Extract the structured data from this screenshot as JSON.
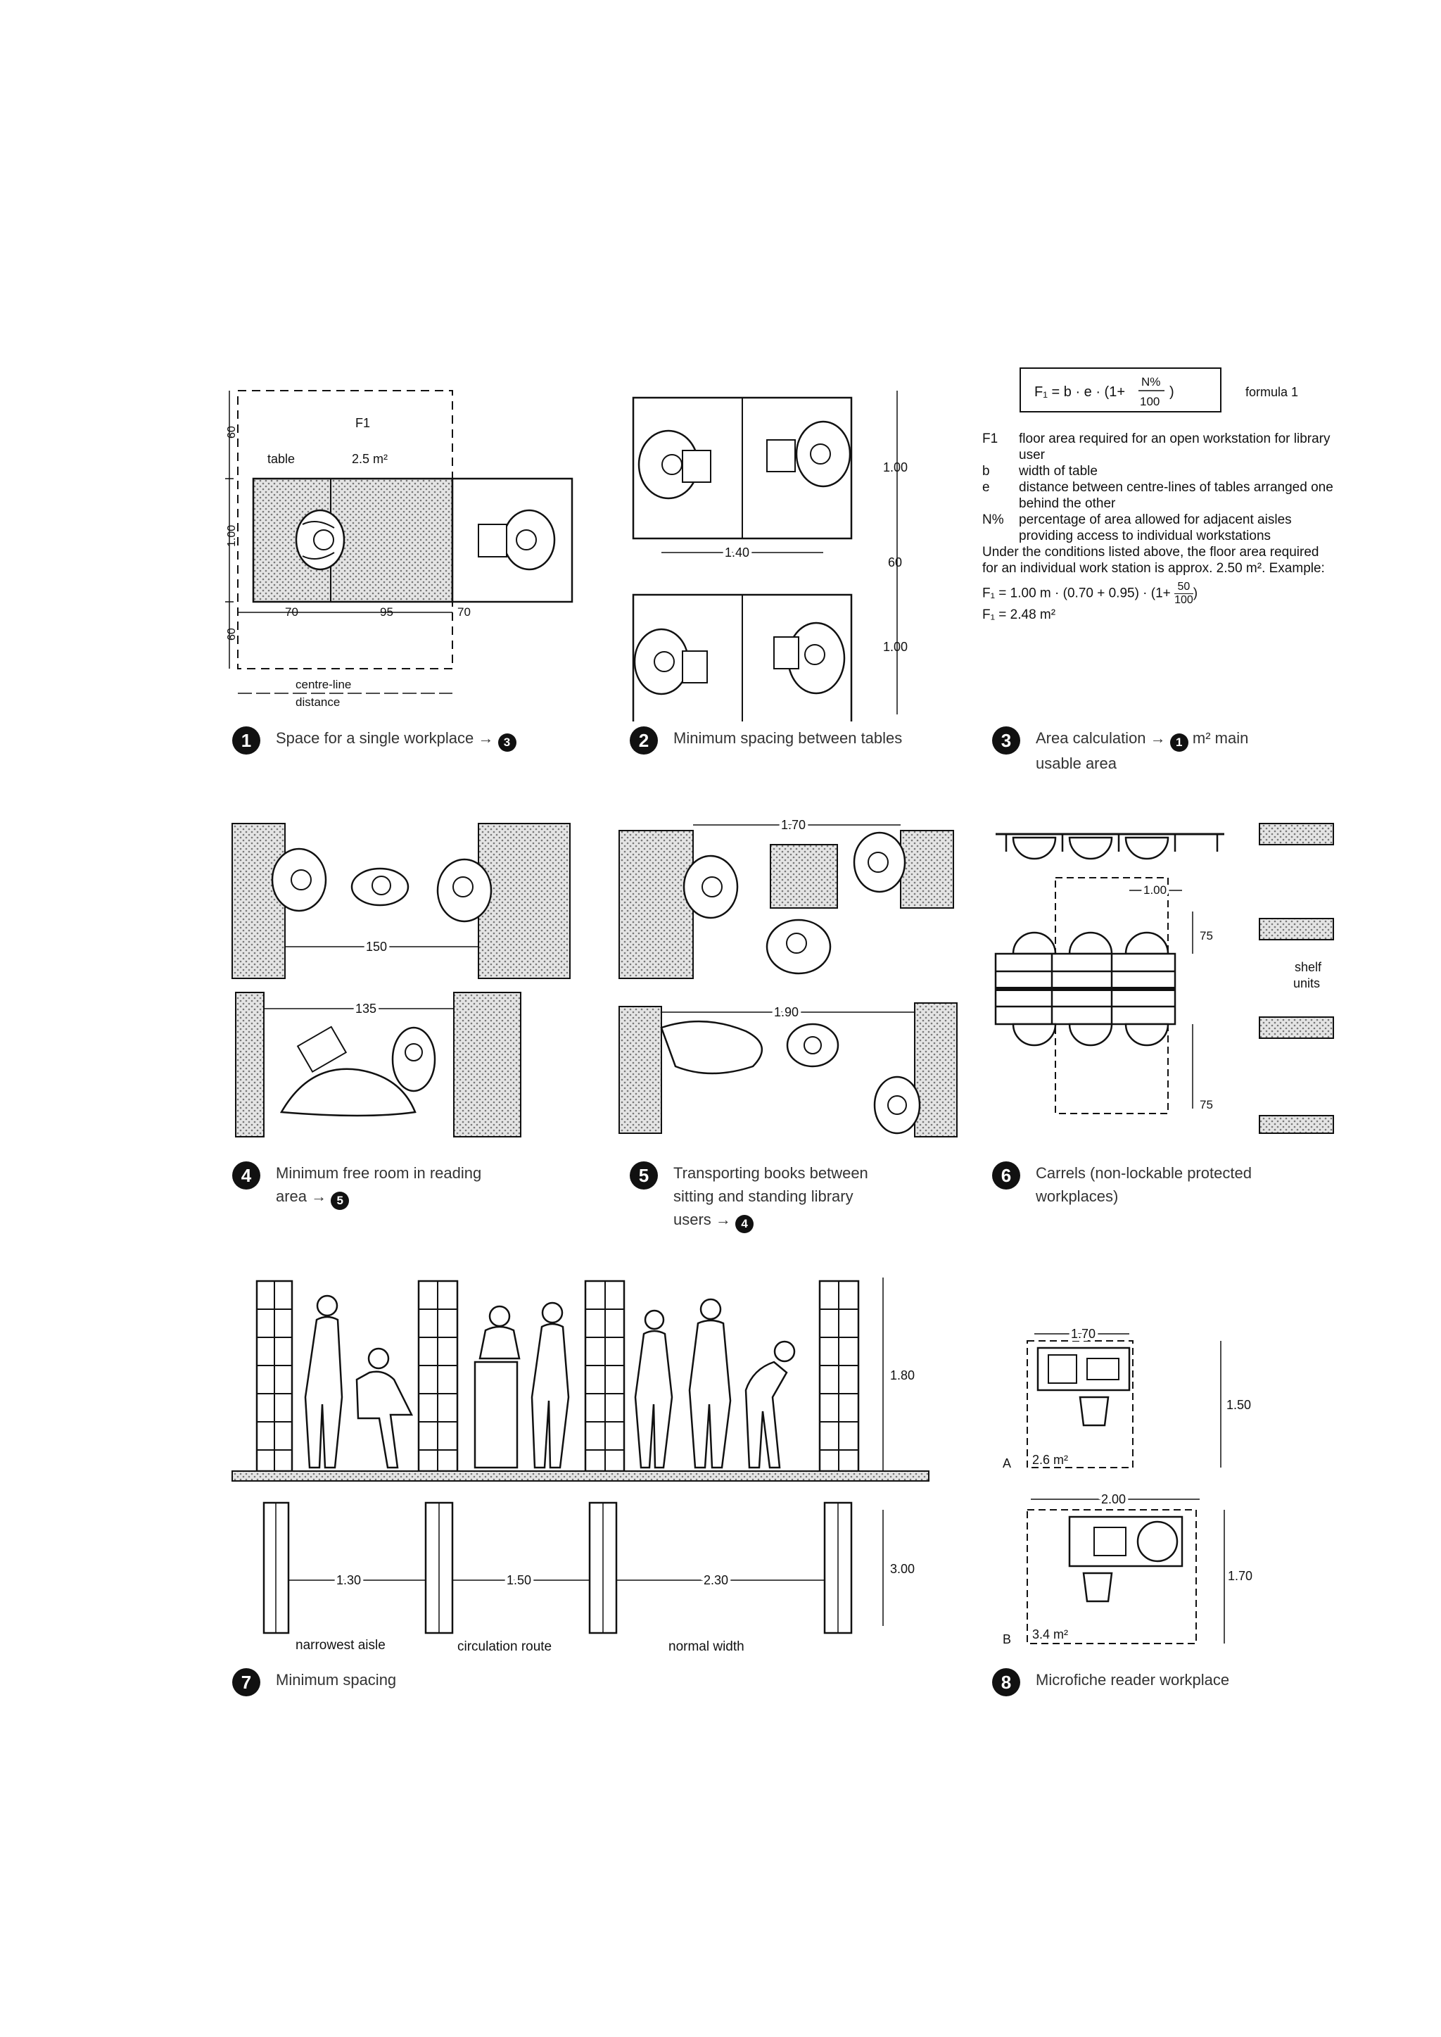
{
  "p1": {
    "f1": "F1",
    "table": "table",
    "area": "2.5 m²",
    "d60a": "60",
    "d100": "1.00",
    "d60b": "60",
    "d70a": "70",
    "d95": "95",
    "d70b": "70",
    "centre1": "centre-line",
    "centre2": "distance",
    "num": "1",
    "caption": "Space for a single workplace →",
    "ref": "3"
  },
  "p2": {
    "d100a": "1.00",
    "d60": "60",
    "d100b": "1.00",
    "d140": "1.40",
    "num": "2",
    "caption": "Minimum spacing between tables"
  },
  "p3": {
    "formula_label": "formula 1",
    "legend": [
      {
        "k": "F1",
        "v": "floor area required for an open workstation for library user"
      },
      {
        "k": "b",
        "v": "width of table"
      },
      {
        "k": "e",
        "v": "distance between centre-lines of tables arranged one behind the other"
      },
      {
        "k": "N%",
        "v": "percentage of area allowed for adjacent aisles providing access to individual workstations"
      }
    ],
    "under": "Under the conditions listed above, the floor area required for an individual work station is approx. 2.50 m². Example:",
    "ex1": "F₁ = 1.00 m · (0.70 + 0.95) · (1+",
    "ex1_num": "50",
    "ex1_den": "100",
    "ex2": "F₁ = 2.48 m²",
    "num": "3",
    "caption_a": "Area calculation →",
    "ref": "1",
    "caption_b": "m² main",
    "caption_c": "usable area"
  },
  "p4": {
    "d150": "150",
    "d135": "135",
    "num": "4",
    "caption_a": "Minimum free room in reading",
    "caption_b": "area →",
    "ref": "5"
  },
  "p5": {
    "d170": "1.70",
    "d190": "1.90",
    "num": "5",
    "caption_a": "Transporting books between",
    "caption_b": "sitting and standing library",
    "caption_c": "users →",
    "ref": "4"
  },
  "p6": {
    "d100": "1.00",
    "d75a": "75",
    "d75b": "75",
    "shelf1": "shelf",
    "shelf2": "units",
    "num": "6",
    "caption_a": "Carrels (non-lockable protected",
    "caption_b": "workplaces)"
  },
  "p7": {
    "d180": "1.80",
    "d300": "3.00",
    "d130": "1.30",
    "d150": "1.50",
    "d230": "2.30",
    "l1": "narrowest aisle",
    "l2": "circulation route",
    "l3": "normal width",
    "num": "7",
    "caption": "Minimum spacing"
  },
  "p8": {
    "d170a": "1.70",
    "d150": "1.50",
    "d200": "2.00",
    "d170b": "1.70",
    "la": "A",
    "aa": "2.6 m²",
    "lb": "B",
    "ab": "3.4 m²",
    "num": "8",
    "caption": "Microfiche reader workplace"
  }
}
